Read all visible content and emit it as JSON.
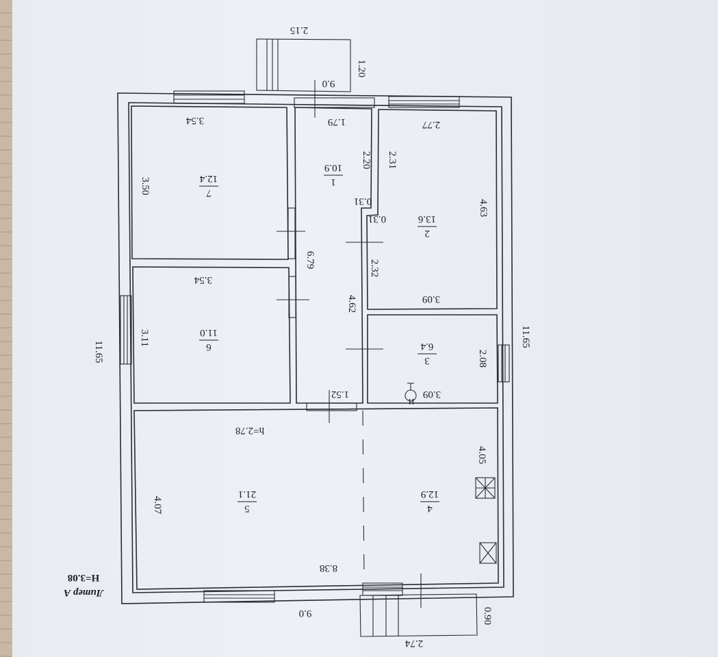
{
  "plan": {
    "title": "Литер А",
    "height_label": "H=3.08",
    "ceiling_label": "h=2.78",
    "overall_dims": {
      "left_height": "11.65",
      "right_height": "11.65",
      "bottom_width": "9.0",
      "top_width": "9.0"
    },
    "porches": {
      "top_width": "2.15",
      "top_depth": "1.20",
      "bottom_width": "2.74",
      "bottom_depth": "0.90"
    },
    "rooms": [
      {
        "number": "1",
        "area": "10.9"
      },
      {
        "number": "2",
        "area": "13.6"
      },
      {
        "number": "3",
        "area": "6.4"
      },
      {
        "number": "4",
        "area": "12.9"
      },
      {
        "number": "5",
        "area": "21.1"
      },
      {
        "number": "6",
        "area": "11.0"
      },
      {
        "number": "7",
        "area": "12.4"
      }
    ],
    "dims": {
      "r7_width": "3.54",
      "r7_height": "3.50",
      "r6_width": "3.54",
      "r6_height": "3.11",
      "r1_width": "1.79",
      "r1_a": "2.20",
      "r1_b": "0.31",
      "r2_a": "2.31",
      "r2_b": "0.31",
      "r2_width": "2.77",
      "r2_height": "4.63",
      "r2_bottom": "3.09",
      "r1_c": "2.32",
      "corridor_len": "6.79",
      "corridor_len2": "4.62",
      "r3_width": "3.09",
      "r3_height": "2.08",
      "door_width": "1.52",
      "r4_height": "4.05",
      "r5_height": "4.07",
      "hall_width": "8.38"
    },
    "meter_mark": "И"
  }
}
